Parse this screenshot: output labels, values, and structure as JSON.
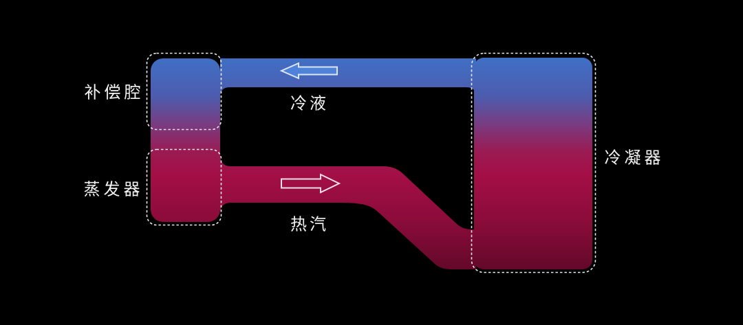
{
  "diagram": {
    "type": "loop-heat-pipe-schematic",
    "background": "#000000",
    "nodes": [
      {
        "id": "compensation-chamber",
        "label": "补偿腔"
      },
      {
        "id": "evaporator",
        "label": "蒸发器"
      },
      {
        "id": "condenser",
        "label": "冷凝器"
      }
    ],
    "flows": [
      {
        "id": "liquid-line",
        "label": "冷液",
        "direction": "left",
        "description": "cold liquid returning along top pipe"
      },
      {
        "id": "vapor-line",
        "label": "热汽",
        "direction": "right",
        "description": "hot vapor flowing along bottom pipe to condenser"
      }
    ],
    "colors": {
      "cold_blue": "#3d72c8",
      "cool_violet": "#4d5cae",
      "mid_purple": "#7a3a7e",
      "warm_magenta": "#9b1a52",
      "hot_crimson": "#a30f46",
      "deep_crimson": "#8c0c3a",
      "dark_maroon": "#5f0828",
      "outline_white": "#e9e9e9",
      "label_white": "#f2f2f2",
      "arrow_fill_blue": "#4f83d9",
      "arrow_stroke_light": "#dce6f7",
      "arrow_stroke_pink": "#eedfe7"
    }
  }
}
